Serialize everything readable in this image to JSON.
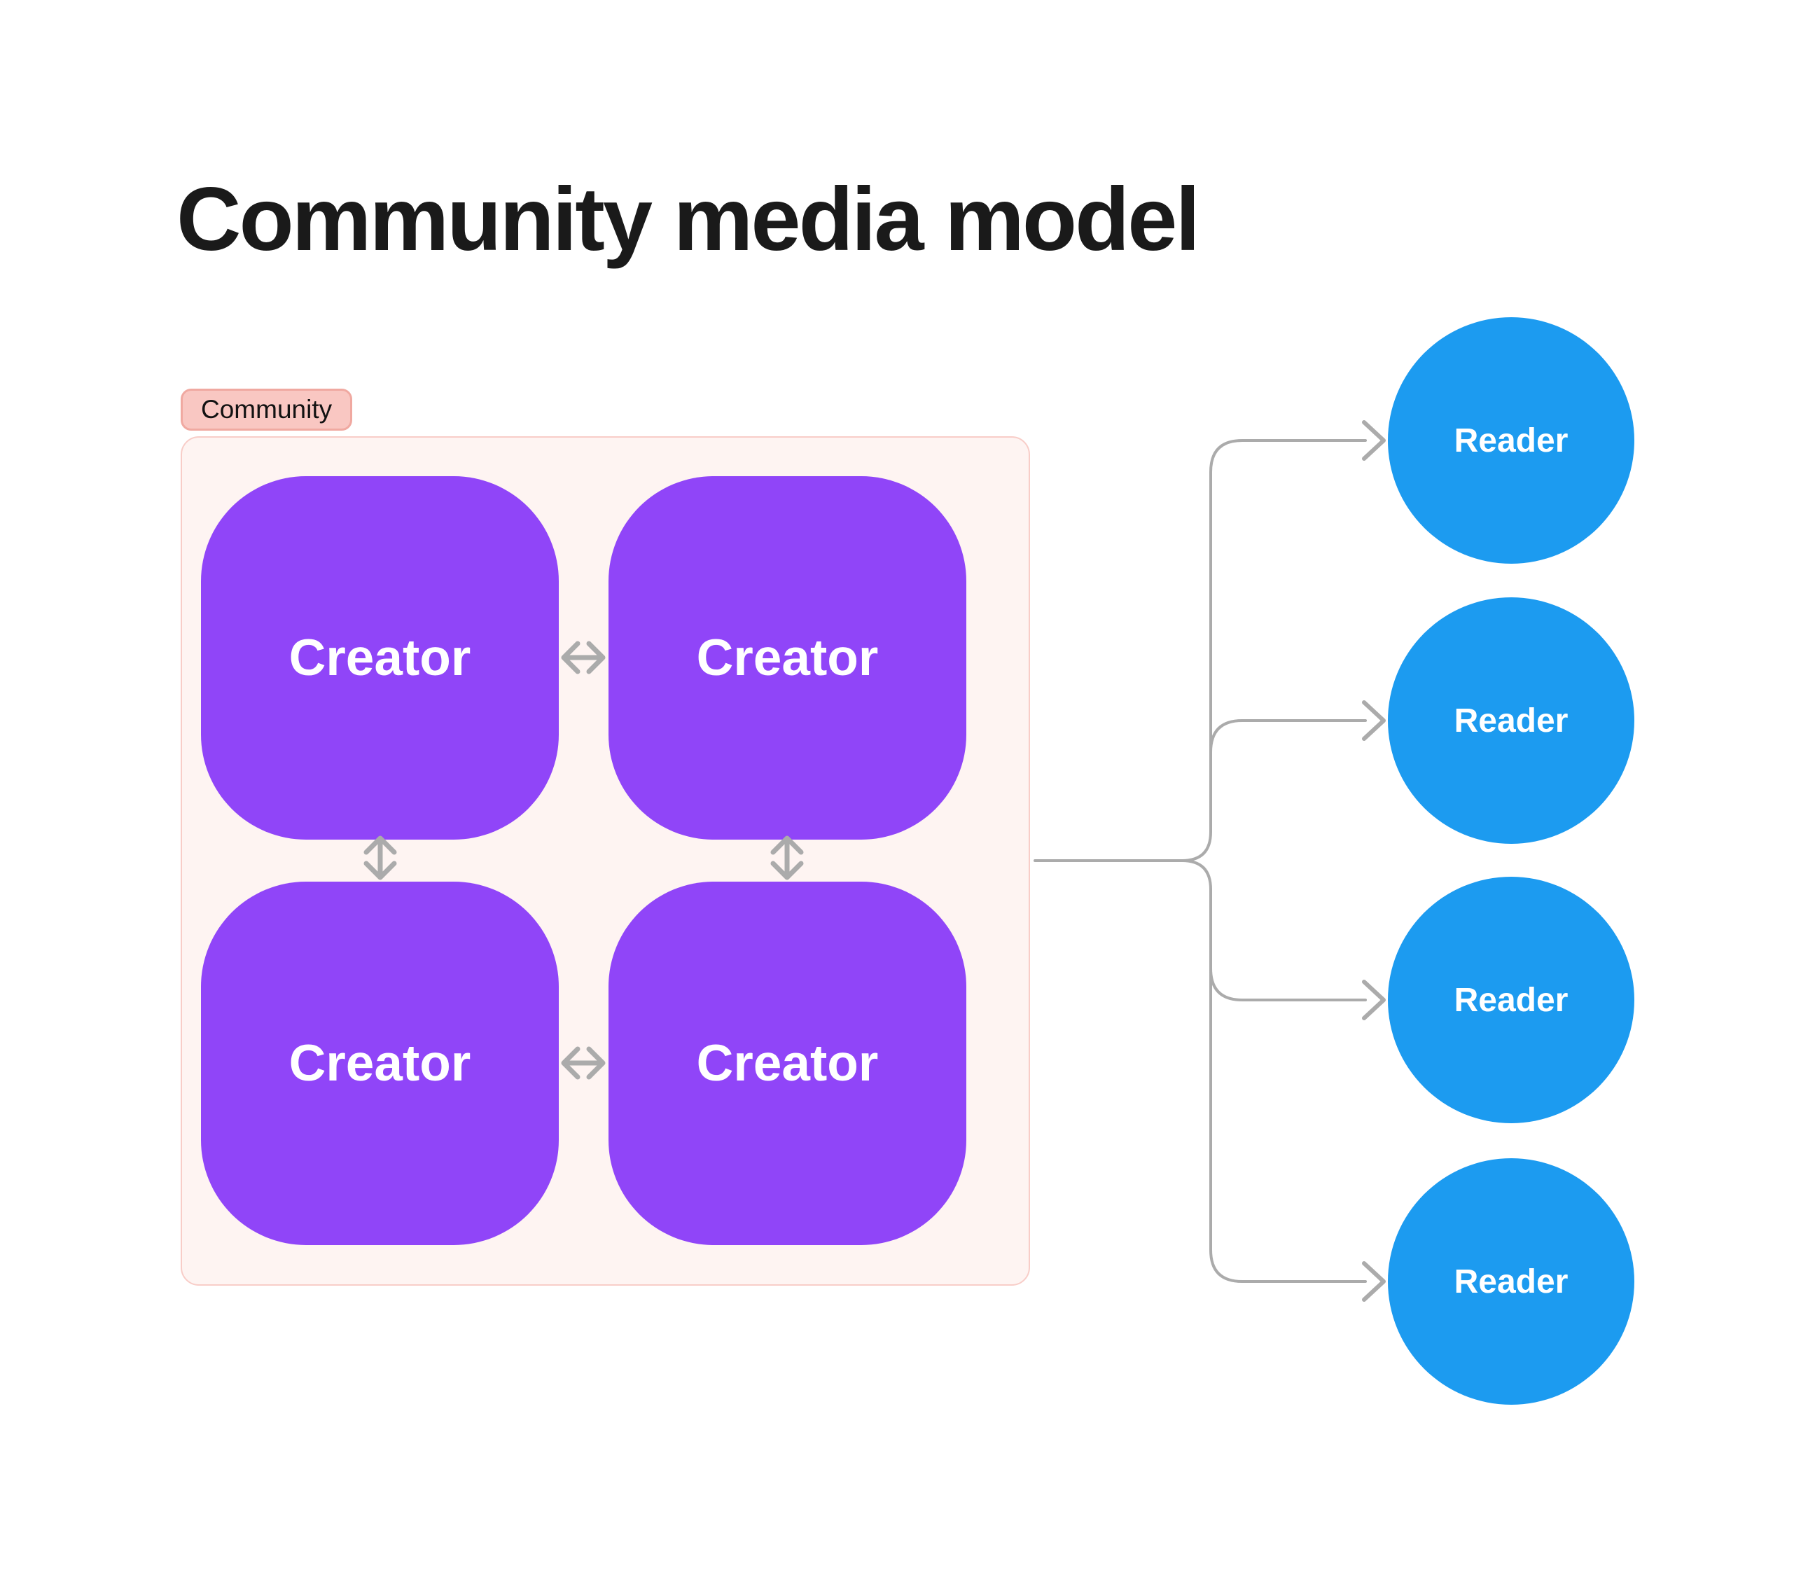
{
  "title": "Community media model",
  "colors": {
    "background": "#FFFFFF",
    "title-text": "#1A1A1A",
    "community-fill": "#FEF4F2",
    "community-border": "#F8CDC8",
    "tag-fill": "#F9C7C2",
    "tag-border": "#F0A9A1",
    "tag-text": "#121212",
    "creator-fill": "#9045F8",
    "node-text": "#FFFFFF",
    "reader-fill": "#1C9BF0",
    "connector": "#ABABAB"
  },
  "community": {
    "tag_label": "Community",
    "creators": [
      {
        "label": "Creator"
      },
      {
        "label": "Creator"
      },
      {
        "label": "Creator"
      },
      {
        "label": "Creator"
      }
    ]
  },
  "readers": [
    {
      "label": "Reader"
    },
    {
      "label": "Reader"
    },
    {
      "label": "Reader"
    },
    {
      "label": "Reader"
    }
  ],
  "icons": {
    "between_creators_horizontal": "swap-horizontal-icon",
    "between_creators_vertical": "swap-vertical-icon",
    "to_readers": "arrow-right-icon"
  }
}
